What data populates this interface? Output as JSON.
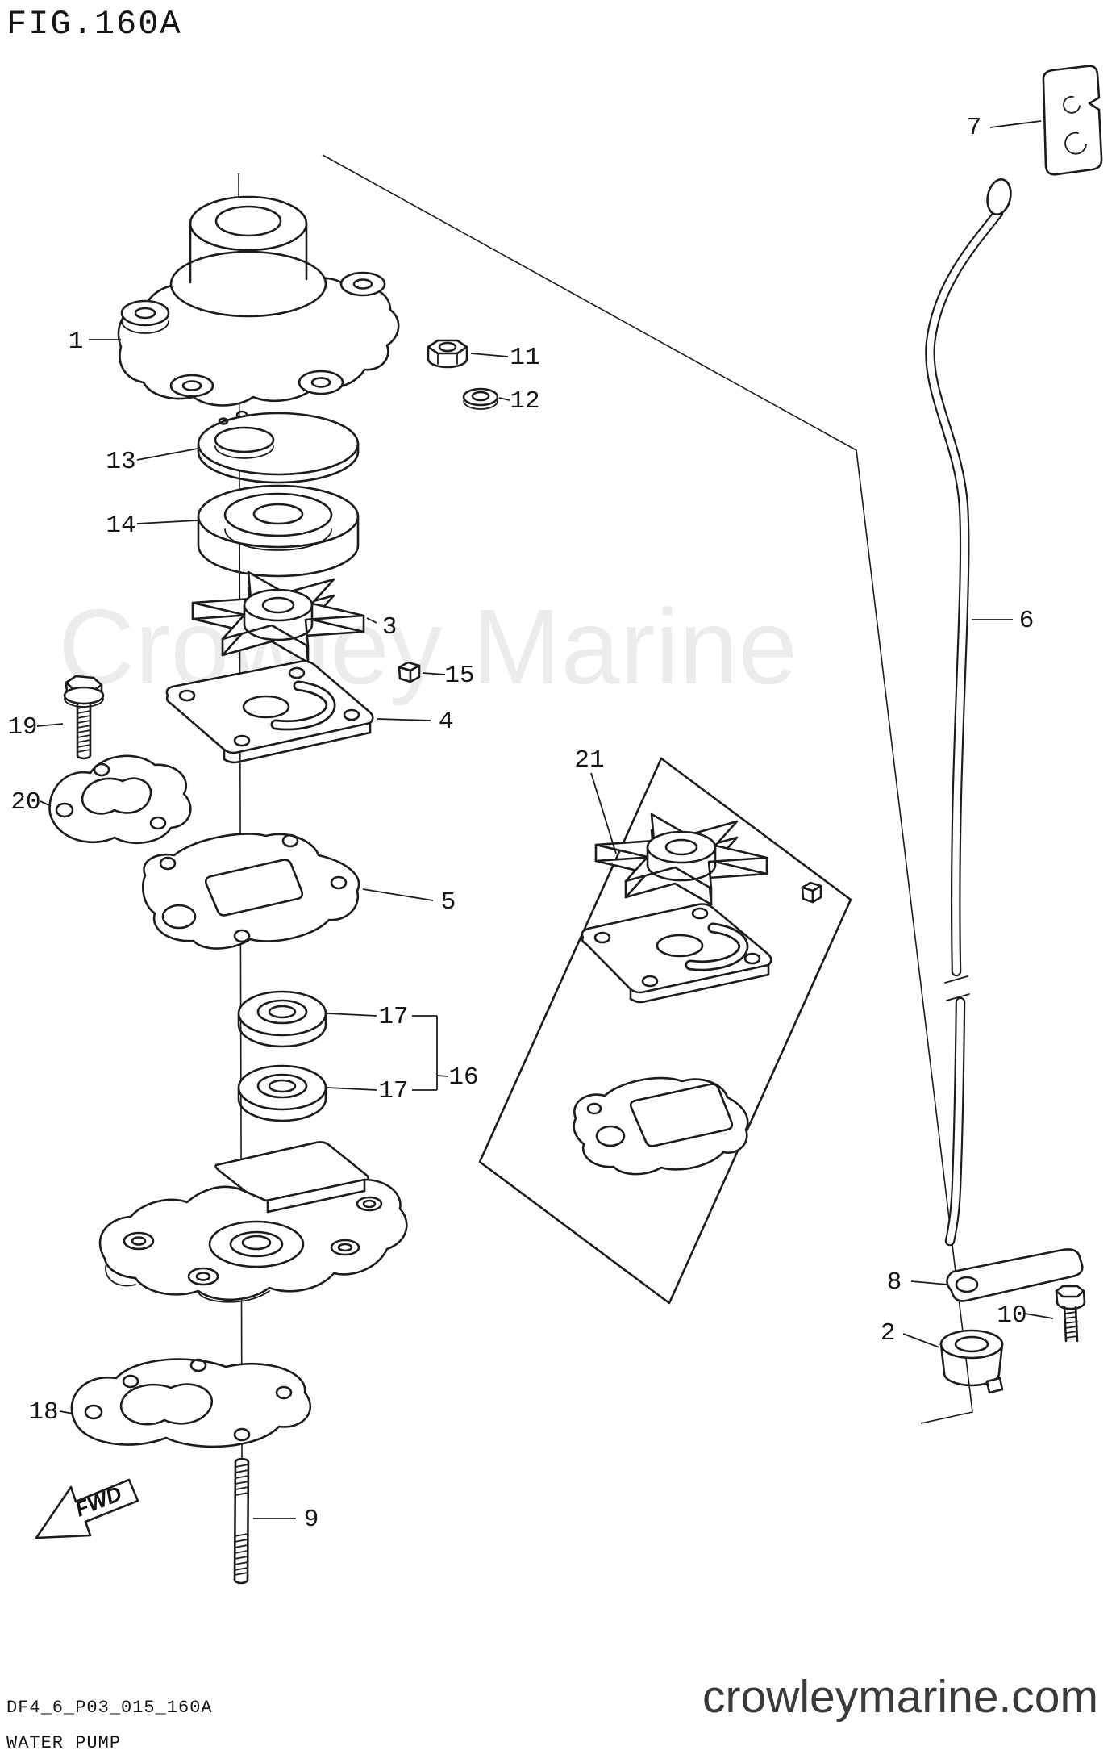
{
  "figure": {
    "title": "FIG.160A",
    "code": "DF4_6_P03_015_160A",
    "name": "WATER PUMP",
    "watermark": "Crowley Marine",
    "website": "crowleymarine.com",
    "fwd_label": "FWD"
  },
  "callouts": [
    {
      "id": "1",
      "label": "1"
    },
    {
      "id": "11",
      "label": "11"
    },
    {
      "id": "12",
      "label": "12"
    },
    {
      "id": "13",
      "label": "13"
    },
    {
      "id": "14",
      "label": "14"
    },
    {
      "id": "3",
      "label": "3"
    },
    {
      "id": "15",
      "label": "15"
    },
    {
      "id": "4",
      "label": "4"
    },
    {
      "id": "19",
      "label": "19"
    },
    {
      "id": "20",
      "label": "20"
    },
    {
      "id": "5",
      "label": "5"
    },
    {
      "id": "21",
      "label": "21"
    },
    {
      "id": "17a",
      "label": "17"
    },
    {
      "id": "17b",
      "label": "17"
    },
    {
      "id": "16",
      "label": "16"
    },
    {
      "id": "6",
      "label": "6"
    },
    {
      "id": "7",
      "label": "7"
    },
    {
      "id": "8",
      "label": "8"
    },
    {
      "id": "10",
      "label": "10"
    },
    {
      "id": "2",
      "label": "2"
    },
    {
      "id": "18",
      "label": "18"
    },
    {
      "id": "9",
      "label": "9"
    }
  ],
  "colors": {
    "line": "#1c1c1c",
    "watermark": "#ebebeb",
    "footer_text": "#3a3a3a",
    "background": "#ffffff"
  }
}
